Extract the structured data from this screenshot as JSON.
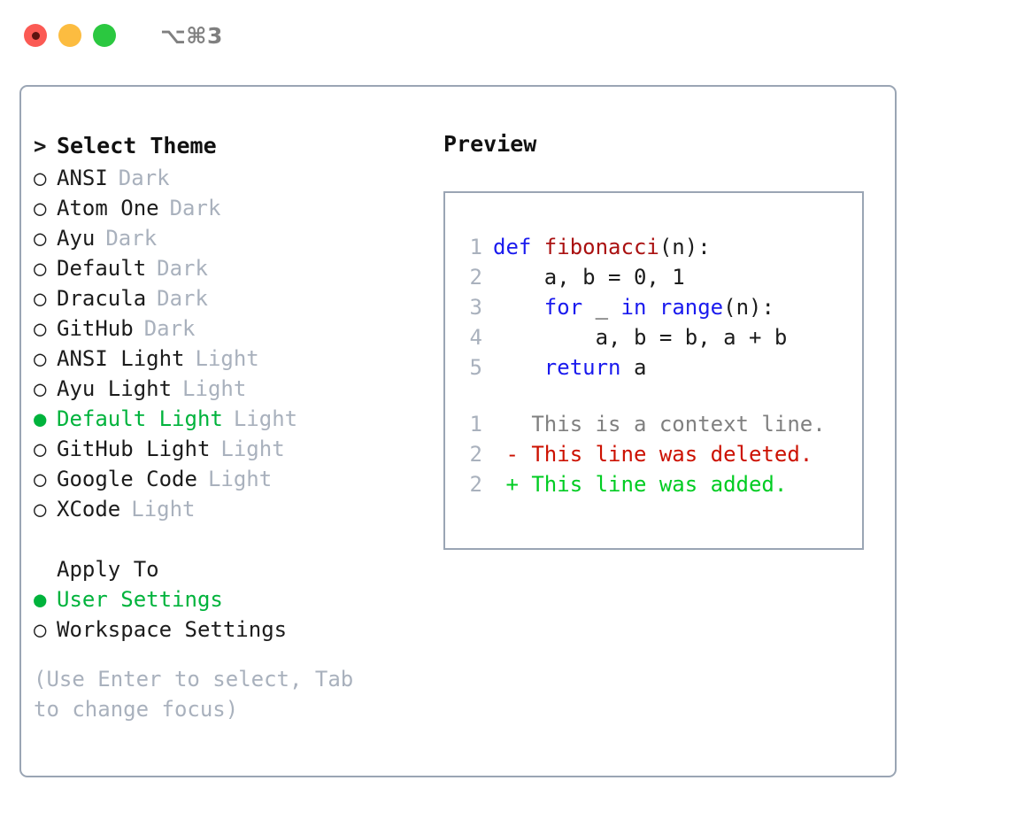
{
  "titlebar": {
    "shortcut": "⌥⌘3",
    "buttons": [
      {
        "name": "close",
        "color": "#fb5a54"
      },
      {
        "name": "minimize",
        "color": "#fcbc40"
      },
      {
        "name": "maximize",
        "color": "#2bc840"
      }
    ]
  },
  "theme_list": {
    "header_marker": ">",
    "header": "Select Theme",
    "items": [
      {
        "marker": "○",
        "name": "ANSI",
        "variant": "Dark",
        "selected": false
      },
      {
        "marker": "○",
        "name": "Atom One",
        "variant": "Dark",
        "selected": false
      },
      {
        "marker": "○",
        "name": "Ayu",
        "variant": "Dark",
        "selected": false
      },
      {
        "marker": "○",
        "name": "Default",
        "variant": "Dark",
        "selected": false
      },
      {
        "marker": "○",
        "name": "Dracula",
        "variant": "Dark",
        "selected": false
      },
      {
        "marker": "○",
        "name": "GitHub",
        "variant": "Dark",
        "selected": false
      },
      {
        "marker": "○",
        "name": "ANSI Light",
        "variant": "Light",
        "selected": false
      },
      {
        "marker": "○",
        "name": "Ayu Light",
        "variant": "Light",
        "selected": false
      },
      {
        "marker": "●",
        "name": "Default Light",
        "variant": "Light",
        "selected": true
      },
      {
        "marker": "○",
        "name": "GitHub Light",
        "variant": "Light",
        "selected": false
      },
      {
        "marker": "○",
        "name": "Google Code",
        "variant": "Light",
        "selected": false
      },
      {
        "marker": "○",
        "name": "XCode",
        "variant": "Light",
        "selected": false
      }
    ]
  },
  "apply_to": {
    "title": "Apply To",
    "items": [
      {
        "marker": "●",
        "label": "User Settings",
        "selected": true
      },
      {
        "marker": "○",
        "label": "Workspace Settings",
        "selected": false
      }
    ]
  },
  "hint": "(Use Enter to select, Tab to change focus)",
  "preview": {
    "title": "Preview",
    "code_lines": [
      {
        "num": "1",
        "segments": [
          {
            "t": "def ",
            "c": "kw"
          },
          {
            "t": "fibonacci",
            "c": "fn"
          },
          {
            "t": "(n):",
            "c": "plain"
          }
        ]
      },
      {
        "num": "2",
        "segments": [
          {
            "t": "    a, b = 0, 1",
            "c": "plain"
          }
        ]
      },
      {
        "num": "3",
        "segments": [
          {
            "t": "    ",
            "c": "plain"
          },
          {
            "t": "for",
            "c": "kw"
          },
          {
            "t": " _ ",
            "c": "plain"
          },
          {
            "t": "in",
            "c": "kw"
          },
          {
            "t": " ",
            "c": "plain"
          },
          {
            "t": "range",
            "c": "kw"
          },
          {
            "t": "(n):",
            "c": "plain"
          }
        ]
      },
      {
        "num": "4",
        "segments": [
          {
            "t": "        a, b = b, a + b",
            "c": "plain"
          }
        ]
      },
      {
        "num": "5",
        "segments": [
          {
            "t": "    ",
            "c": "plain"
          },
          {
            "t": "return",
            "c": "kw"
          },
          {
            "t": " a",
            "c": "plain"
          }
        ]
      }
    ],
    "diff_lines": [
      {
        "num": "1",
        "segments": [
          {
            "t": "   This is a context line.",
            "c": "ctx"
          }
        ]
      },
      {
        "num": "2",
        "segments": [
          {
            "t": " - This line was deleted.",
            "c": "del"
          }
        ]
      },
      {
        "num": "2",
        "segments": [
          {
            "t": " + This line was added.",
            "c": "add"
          }
        ]
      }
    ]
  },
  "colors": {
    "accent_green": "#00b33c",
    "border": "#9aa5b4",
    "muted": "#a9b1bd",
    "keyword_blue": "#1a1aee",
    "function_red": "#aa1111",
    "diff_add": "#00cc22",
    "diff_del": "#cc1100",
    "text": "#1c1c1c"
  }
}
